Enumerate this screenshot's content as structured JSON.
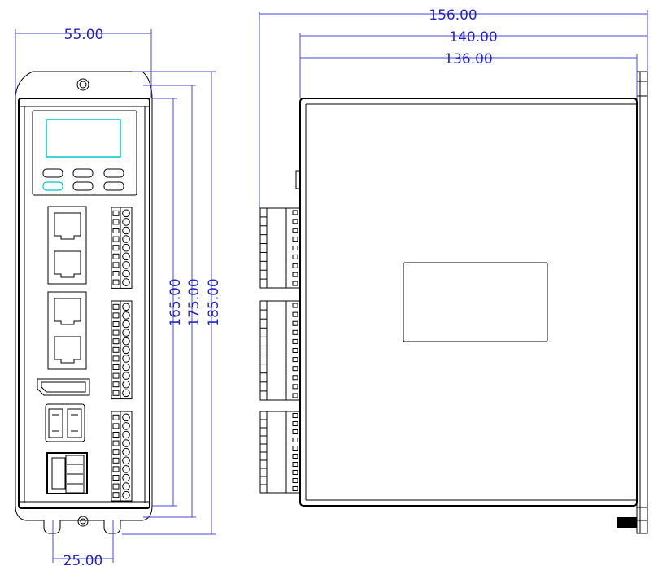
{
  "dimensions": {
    "front_width": "55.00",
    "mount_hole_spacing": "25.00",
    "height_body": "165.00",
    "height_mid": "175.00",
    "height_overall": "185.00",
    "side_depth_overall": "156.00",
    "side_depth_mid": "140.00",
    "side_depth_body": "136.00"
  },
  "colors": {
    "dimension": "#2323c8",
    "outline": "#000000",
    "display_screen": "#00c8c8"
  },
  "views": [
    "front-view",
    "side-view"
  ]
}
